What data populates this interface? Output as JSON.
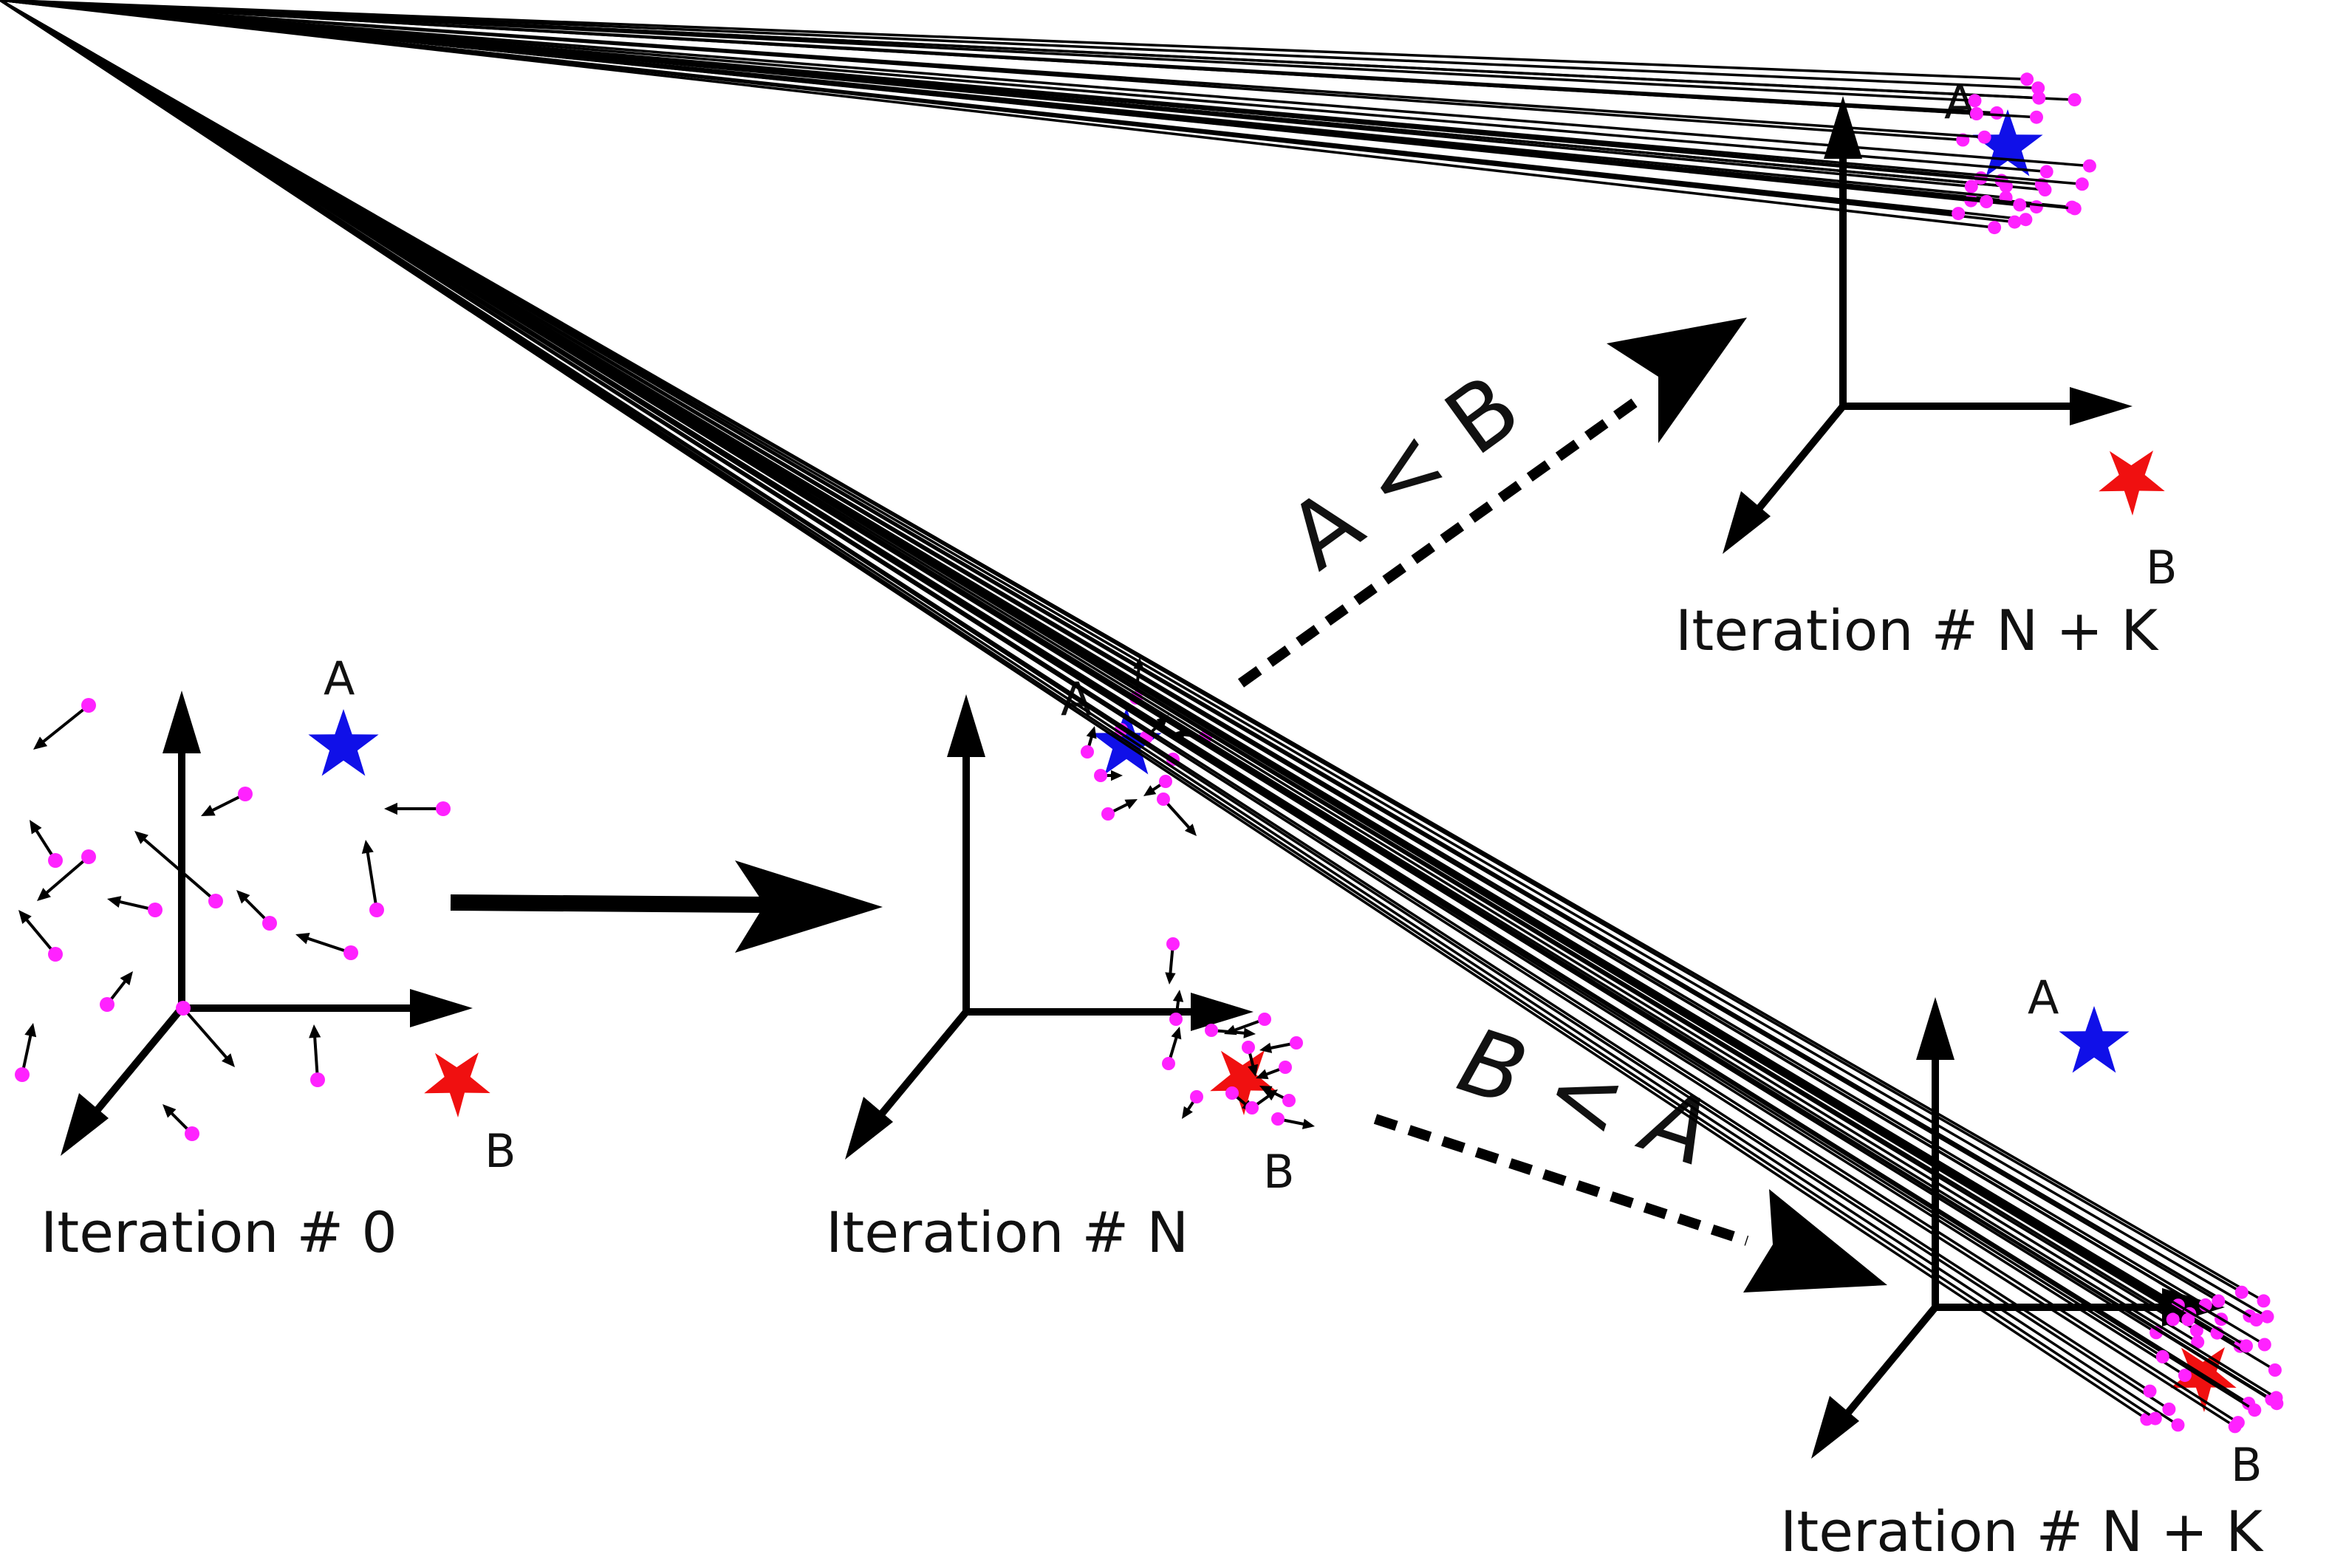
{
  "colors": {
    "star_a": "#1010e8",
    "star_b": "#f01010",
    "particle": "#ff22ff",
    "arrow": "#000000"
  },
  "labels": {
    "star_a": "A",
    "star_b": "B"
  },
  "transitions": {
    "top": "A < B",
    "bottom": "B < A"
  },
  "panels": [
    {
      "id": "iteration-0",
      "caption": "Iteration # 0"
    },
    {
      "id": "iteration-n",
      "caption": "Iteration # N"
    },
    {
      "id": "iteration-nk-top",
      "caption": "Iteration # N + K"
    },
    {
      "id": "iteration-nk-bottom",
      "caption": "Iteration # N + K"
    }
  ]
}
